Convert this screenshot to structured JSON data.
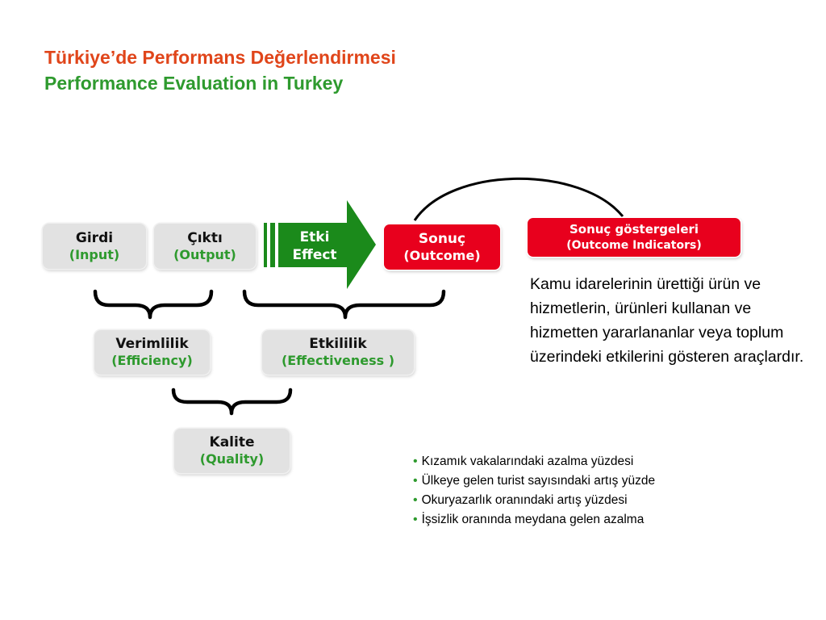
{
  "title": {
    "tr": "Türkiye’de Performans Değerlendirmesi",
    "en": "Performance Evaluation in Turkey"
  },
  "colors": {
    "title_tr": "#e0451a",
    "title_en": "#2e9a2e",
    "green_text": "#2e9a2e",
    "arrow_green": "#1b8a1b",
    "outcome_red": "#e8001d",
    "box_gray": "#e2e2e2"
  },
  "boxes": {
    "input": {
      "label": "Girdi",
      "sub": "(Input)"
    },
    "output": {
      "label": "Çıktı",
      "sub": "(Output)"
    },
    "effect": {
      "label": "Etki",
      "sub": "Effect"
    },
    "outcome": {
      "label": "Sonuç",
      "sub": "(Outcome)"
    },
    "indicators": {
      "label": "Sonuç göstergeleri",
      "sub": "(Outcome Indicators)"
    },
    "efficiency": {
      "label": "Verimlilik",
      "sub": "(Efficiency)"
    },
    "effectiveness": {
      "label": "Etkililik",
      "sub": "(Effectiveness )"
    },
    "quality": {
      "label": "Kalite",
      "sub": "(Quality)"
    }
  },
  "description": "Kamu idarelerinin ürettiği ürün ve hizmetlerin, ürünleri kullanan ve hizmetten yararlananlar veya toplum üzerindeki etkilerini gösteren araçlardır.",
  "bullets": [
    "Kızamık vakalarındaki azalma yüzdesi",
    "Ülkeye gelen turist sayısındaki artış yüzde",
    "Okuryazarlık oranındaki artış yüzdesi",
    "İşsizlik oranında meydana gelen azalma"
  ],
  "bullet_icon": "green-bullet-dot"
}
